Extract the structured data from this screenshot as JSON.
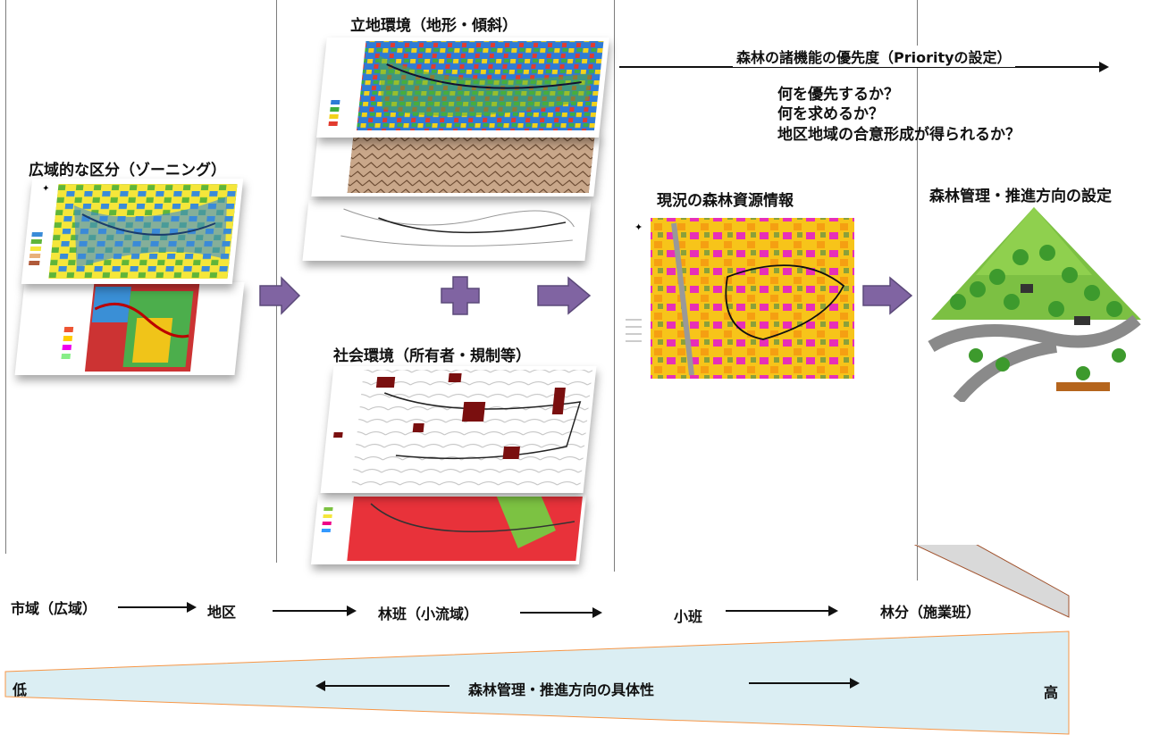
{
  "columns": {
    "zoning_title": "広域的な区分（ゾーニング）",
    "site_env_title": "立地環境（地形・傾斜）",
    "social_env_title": "社会環境（所有者・規制等）",
    "current_resources_title": "現況の森林資源情報",
    "management_title": "森林管理・推進方向の設定"
  },
  "priority": {
    "header": "森林の諸機能の優先度（Priorityの設定）",
    "questions": [
      "何を優先するか？",
      "何を求めるか？",
      "地区地域の合意形成が得られるか？"
    ]
  },
  "scale_band": {
    "items": [
      "市域（広域）",
      "地区",
      "林班（小流域）",
      "小班",
      "林分（施業班）"
    ],
    "fill": "#d9d9d9",
    "edge": "#a0522d"
  },
  "specificity_band": {
    "low": "低",
    "center": "森林管理・推進方向の具体性",
    "high": "高",
    "fill": "#dbeef3",
    "edge": "#f79646"
  },
  "colors": {
    "process_arrow": "#8064a2",
    "process_arrow_edge": "#5c4a7a"
  },
  "icons": [
    "compass-icon",
    "plus-icon",
    "right-arrow-icon"
  ]
}
